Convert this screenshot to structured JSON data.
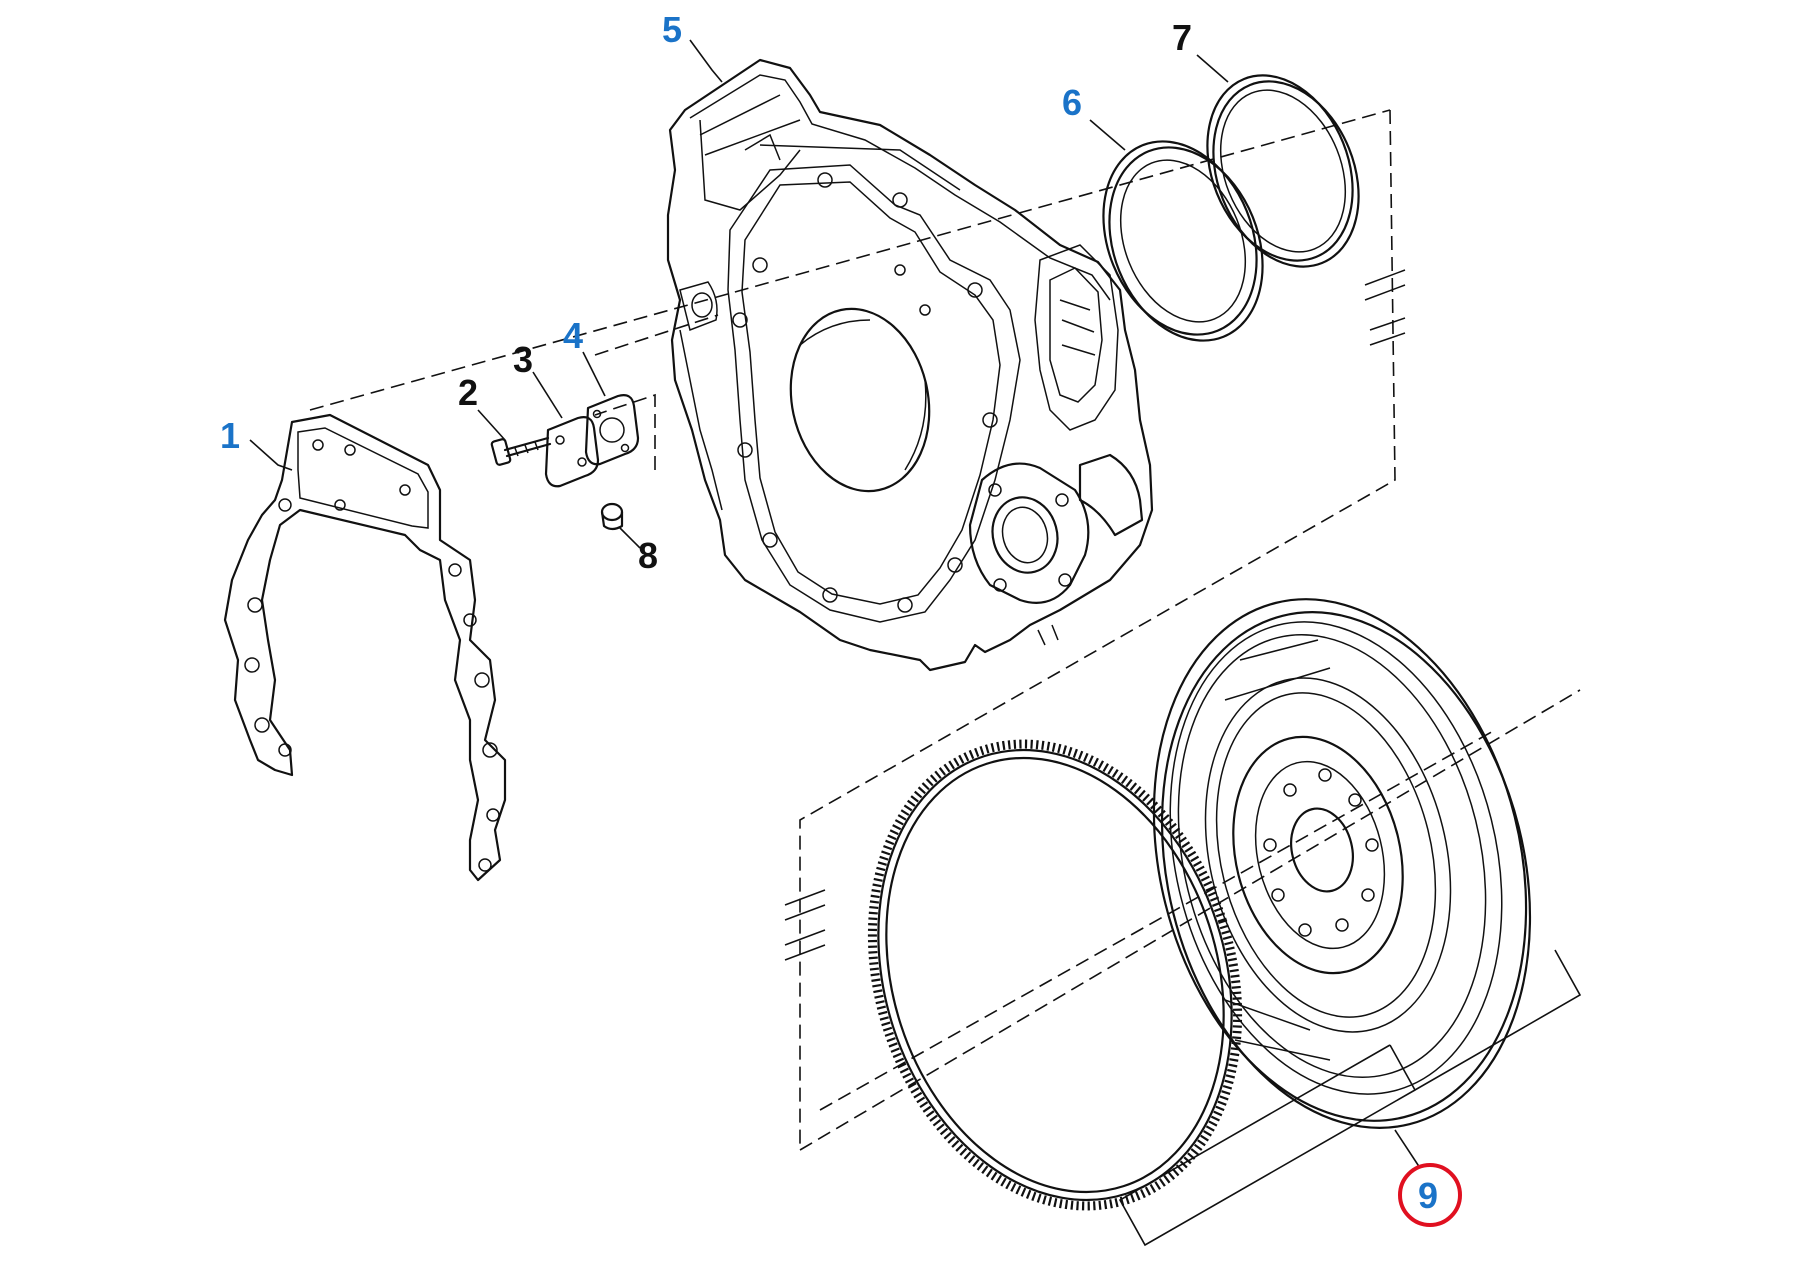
{
  "colors": {
    "line": "#111111",
    "callout_blue": "#1a73c8",
    "callout_black": "#111111",
    "highlight_ring": "#e01020"
  },
  "callouts": [
    {
      "label": "1",
      "color": "blue"
    },
    {
      "label": "2",
      "color": "black"
    },
    {
      "label": "3",
      "color": "black"
    },
    {
      "label": "4",
      "color": "blue"
    },
    {
      "label": "5",
      "color": "blue"
    },
    {
      "label": "6",
      "color": "blue"
    },
    {
      "label": "7",
      "color": "black"
    },
    {
      "label": "8",
      "color": "black"
    },
    {
      "label": "9",
      "color": "blue",
      "highlighted": true
    }
  ]
}
